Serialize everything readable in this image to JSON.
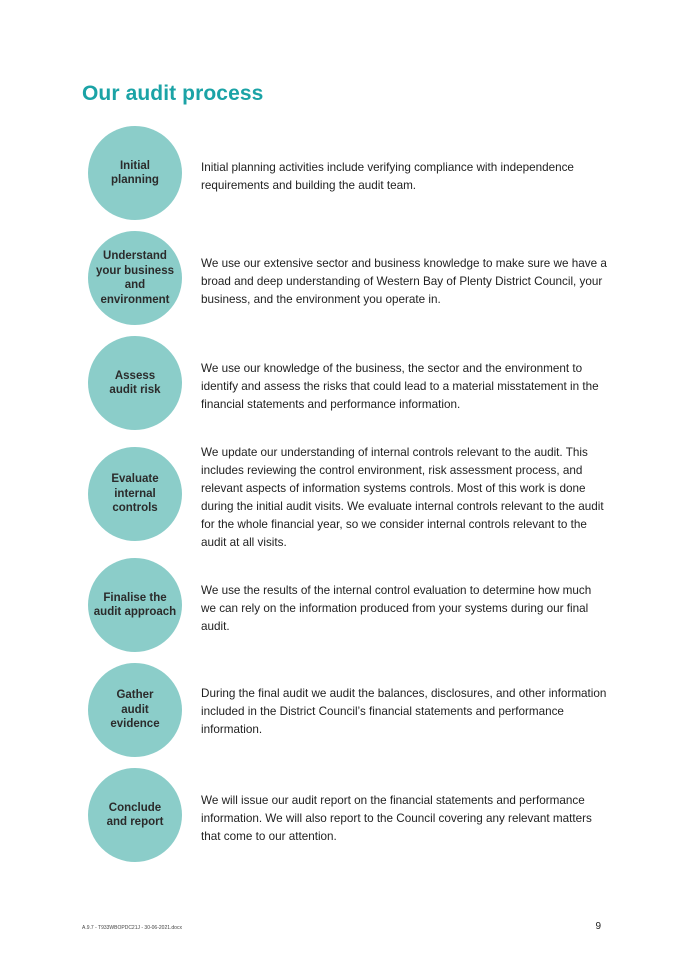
{
  "title": "Our audit process",
  "steps": [
    {
      "label": "Initial\nplanning",
      "text": "Initial planning activities include verifying compliance with independence requirements and building the audit team."
    },
    {
      "label": "Understand\nyour business\nand\nenvironment",
      "text": "We use our extensive sector and business knowledge to make sure we have a broad and deep understanding of Western Bay of Plenty District Council, your business, and the environment you operate in."
    },
    {
      "label": "Assess\naudit risk",
      "text": "We use our knowledge of the business, the sector and the environment to identify and assess the risks that could lead to a material misstatement in the financial statements and performance information."
    },
    {
      "label": "Evaluate\ninternal\ncontrols",
      "text": "We update our understanding of internal controls relevant to the audit. This includes reviewing the control environment, risk assessment process, and relevant aspects of information systems controls. Most of this work is done during the initial audit visits. We evaluate internal controls relevant to the audit for the whole financial year, so we consider internal controls relevant to the audit at all visits."
    },
    {
      "label": "Finalise the\naudit approach",
      "text": "We use the results of the internal control evaluation to determine how much we can rely on the information produced from your systems during our final audit."
    },
    {
      "label": "Gather\naudit\nevidence",
      "text": "During the final audit we audit the balances, disclosures, and other information included in the District Council’s financial statements and performance information."
    },
    {
      "label": "Conclude\nand report",
      "text": "We will issue our audit report on the financial statements and performance information. We will also report to the Council covering any relevant matters that come to our attention."
    }
  ],
  "footer": {
    "reference": "A.9.7 - T933WBOPDC21J - 30-06-2021.docx",
    "page_number": "9"
  },
  "colors": {
    "title": "#1ba3a6",
    "circle": "#8bcdc9"
  }
}
